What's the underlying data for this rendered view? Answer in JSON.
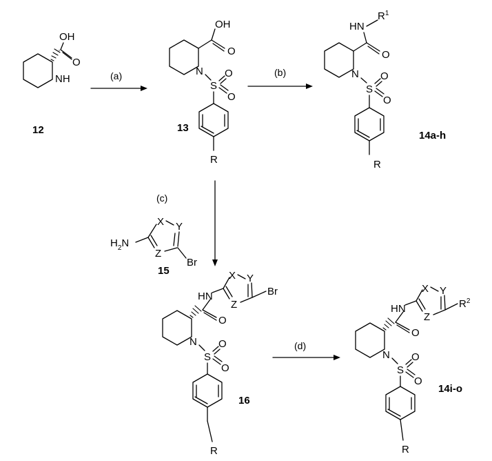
{
  "scheme": {
    "compounds": {
      "c12": "12",
      "c13": "13",
      "c14ah": "14a-h",
      "c15": "15",
      "c16": "16",
      "c14io": "14i-o"
    },
    "conditions": {
      "a": "(a)",
      "b": "(b)",
      "c": "(c)",
      "d": "(d)"
    },
    "atoms": {
      "OH": "OH",
      "O": "O",
      "NH": "NH",
      "N": "N",
      "S": "S",
      "HN": "HN",
      "R": "R",
      "R1": "R",
      "R1_sup": "1",
      "R2": "R",
      "R2_sup": "2",
      "H2N": "H",
      "H2N_sub": "2",
      "H2N_N": "N",
      "X": "X",
      "Y": "Y",
      "Z": "Z",
      "Br": "Br"
    }
  }
}
